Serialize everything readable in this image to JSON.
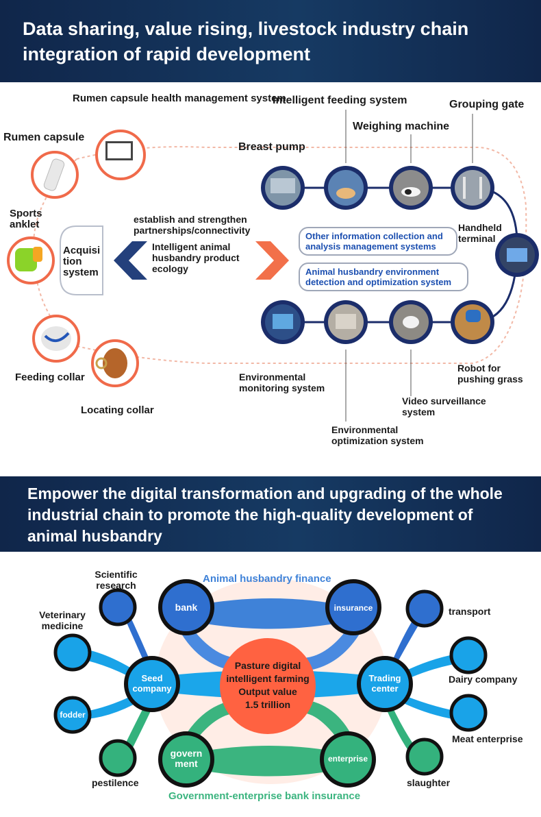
{
  "top": {
    "banner": "Data sharing, value rising, livestock industry chain integration of rapid development",
    "devices": {
      "rumen_capsule": "Rumen capsule",
      "rumen_system": "Rumen capsule health management system",
      "sports_anklet": "Sports anklet",
      "feeding_collar": "Feeding collar",
      "locating_collar": "Locating collar"
    },
    "acquisition": "Acquisi tion system",
    "partnership": "establish and strengthen partnerships/connectivity",
    "ecology": "Intelligent animal husbandry product ecology",
    "systems": {
      "breast_pump": "Breast pump",
      "feeding_system": "Intelligent feeding system",
      "weighing": "Weighing machine",
      "grouping_gate": "Grouping gate",
      "handheld": "Handheld terminal",
      "robot": "Robot for pushing grass",
      "video": "Video surveillance system",
      "env_opt": "Environmental optimization system",
      "env_mon": "Environmental monitoring system"
    },
    "pill_other": "Other information collection and analysis management systems",
    "pill_env": "Animal husbandry environment detection and optimization system"
  },
  "bottom": {
    "banner": "Empower the digital transformation and upgrading of the whole industrial chain to promote the high-quality development of animal husbandry",
    "finance_title": "Animal husbandry finance",
    "gov_title": "Government-enterprise bank insurance",
    "center": [
      "Pasture digital",
      "intelligent farming",
      "Output value",
      "1.5 trillion"
    ],
    "bank": "bank",
    "insurance": "insurance",
    "seed": "Seed company",
    "trading": "Trading center",
    "government": "govern ment",
    "enterprise": "enterprise",
    "fodder": "fodder",
    "scientific": "Scientific research",
    "veterinary": "Veterinary medicine",
    "pestilence": "pestilence",
    "transport": "transport",
    "dairy": "Dairy company",
    "meat": "Meat enterprise",
    "slaughter": "slaughter"
  },
  "colors": {
    "navy": "#10264a",
    "blue": "#2f6fcf",
    "cyan": "#19a3e8",
    "green": "#34b27d",
    "orange": "#ff6241",
    "pink": "#ffe8e0"
  }
}
